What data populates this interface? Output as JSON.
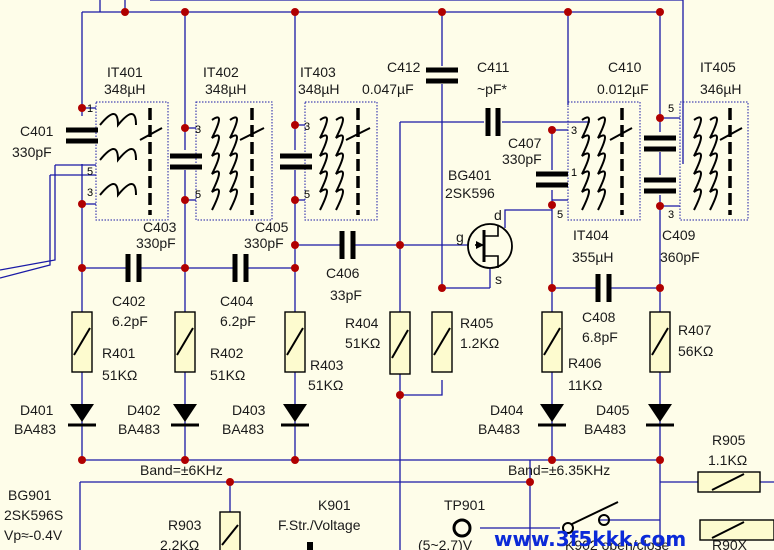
{
  "labels": {
    "it401_name": "IT401",
    "it401_val": "348µH",
    "it402_name": "IT402",
    "it402_val": "348µH",
    "it403_name": "IT403",
    "it403_val": "348µH",
    "c412_name": "C412",
    "c412_val": "0.047µF",
    "c411_name": "C411",
    "c411_val": "~pF*",
    "c410_name": "C410",
    "c410_val": "0.012µF",
    "it405_name": "IT405",
    "it405_val": "346µH",
    "c401_name": "C401",
    "c401_val": "330pF",
    "c407_name": "C407",
    "c407_val": "330pF",
    "bg401_name": "BG401",
    "bg401_val": "2SK596",
    "c403_name": "C403",
    "c403_val": "330pF",
    "c405_name": "C405",
    "c405_val": "330pF",
    "it404_name": "IT404",
    "it404_val": "355µH",
    "c409_name": "C409",
    "c409_val": "360pF",
    "c406_name": "C406",
    "c406_val": "33pF",
    "c402_name": "C402",
    "c402_val": "6.2pF",
    "c404_name": "C404",
    "c404_val": "6.2pF",
    "c408_name": "C408",
    "c408_val": "6.8pF",
    "r404_name": "R404",
    "r404_val": "51KΩ",
    "r405_name": "R405",
    "r405_val": "1.2KΩ",
    "r401_name": "R401",
    "r401_val": "51KΩ",
    "r402_name": "R402",
    "r402_val": "51KΩ",
    "r403_name": "R403",
    "r403_val": "51KΩ",
    "r406_name": "R406",
    "r406_val": "11KΩ",
    "r407_name": "R407",
    "r407_val": "56KΩ",
    "d401_name": "D401",
    "d401_val": "BA483",
    "d402_name": "D402",
    "d402_val": "BA483",
    "d403_name": "D403",
    "d403_val": "BA483",
    "d404_name": "D404",
    "d404_val": "BA483",
    "d405_name": "D405",
    "d405_val": "BA483",
    "band1": "Band=±6KHz",
    "band2": "Band=±6.35KHz",
    "r905_name": "R905",
    "r905_val": "1.1KΩ",
    "bg901_name": "BG901",
    "bg901_val": "2SK596S",
    "bg901_vp": "Vp≈-0.4V",
    "r903_name": "R903",
    "r903_val": "2.2KΩ",
    "k901_name": "K901",
    "k901_val": "F.Str./Voltage",
    "tp901_name": "TP901",
    "tp901_val": "(5~2.7)V",
    "k902": "K902 open/close",
    "r90x": "R90X",
    "gate": "g",
    "drain": "d",
    "source": "s",
    "pin1": "1",
    "pin3": "3",
    "pin5": "5"
  },
  "watermark": "www.3f5kkk.com",
  "colors": {
    "wire": "#1a1aa6",
    "junction": "#b00000",
    "background": "#fefde9",
    "watermark": "#0b2ad8"
  }
}
